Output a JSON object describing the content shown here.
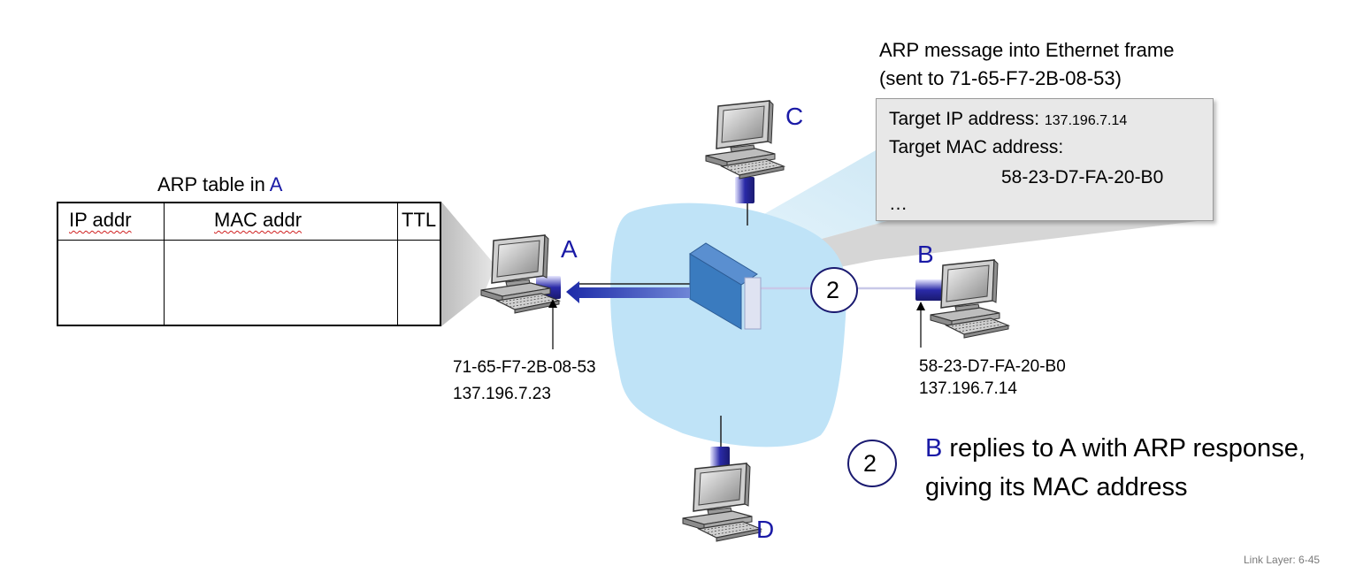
{
  "arp_table": {
    "title_prefix": "ARP table in ",
    "title_node": "A",
    "headers": [
      "IP addr",
      "MAC addr",
      "TTL"
    ]
  },
  "message": {
    "caption_line1": "ARP message into Ethernet frame",
    "caption_line2": "(sent to 71-65-F7-2B-08-53)",
    "target_ip_label": "Target IP address: ",
    "target_ip_value": "137.196.7.14",
    "target_mac_label": "Target MAC address:",
    "target_mac_value": "58-23-D7-FA-20-B0",
    "ellipsis": "…"
  },
  "nodes": {
    "a": {
      "label": "A",
      "mac": "71-65-F7-2B-08-53",
      "ip": "137.196.7.23"
    },
    "b": {
      "label": "B",
      "mac": "58-23-D7-FA-20-B0",
      "ip": "137.196.7.14"
    },
    "c": {
      "label": "C"
    },
    "d": {
      "label": "D"
    }
  },
  "step": {
    "number": "2",
    "node": "B",
    "text_line1": " replies to A with ARP response,",
    "text_line2": "giving its MAC address"
  },
  "footer": "Link Layer: 6-45",
  "colors": {
    "accent": "#1a1aa6",
    "network_cloud": "#bfe3f7",
    "switch_front": "#3a7bbf",
    "link_blue": "#2a2ab0",
    "squiggle": "#d02020"
  }
}
